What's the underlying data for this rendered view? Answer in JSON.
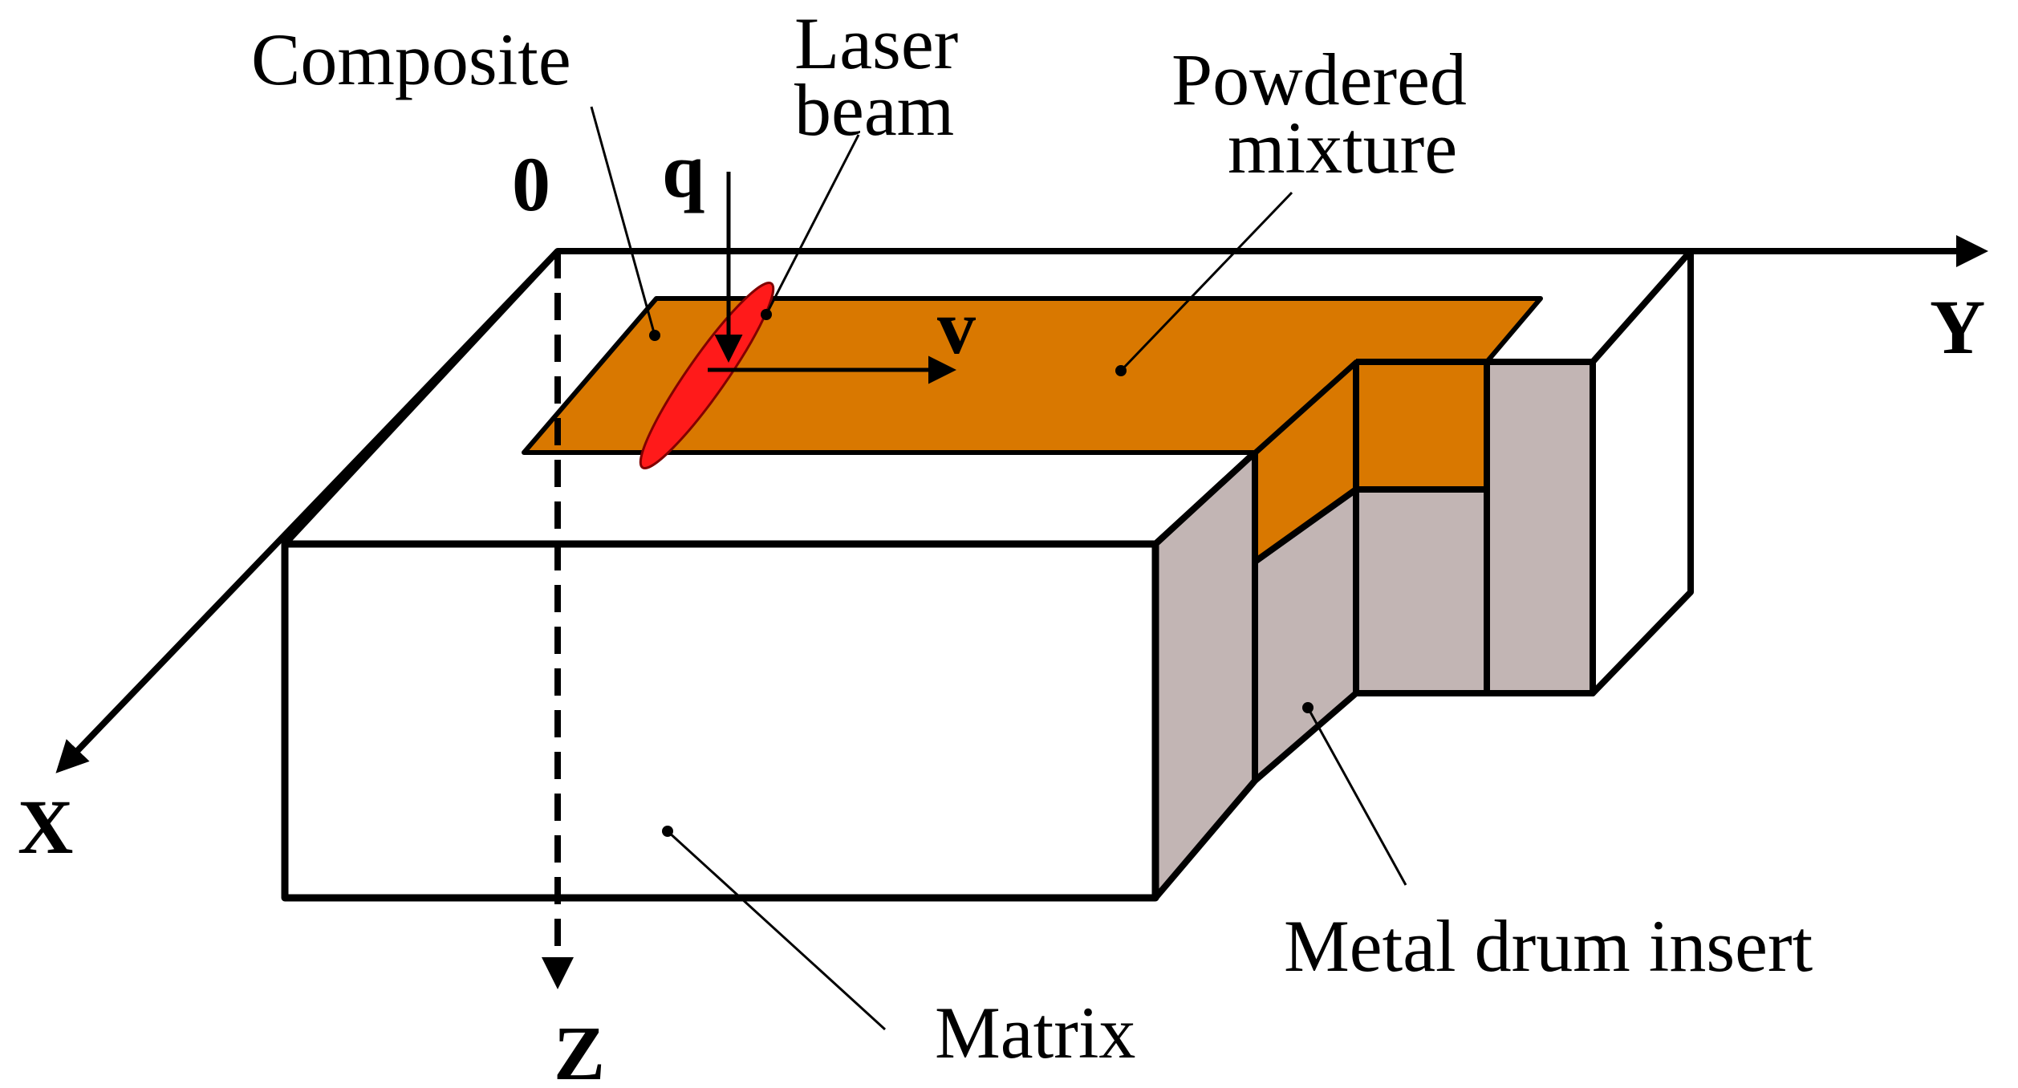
{
  "diagram": {
    "labels": {
      "composite": "Composite",
      "laser_line1": "Laser",
      "laser_line2": "beam",
      "powder_line1": "Powdered",
      "powder_line2": "mixture",
      "origin": "0",
      "heat_flux": "q",
      "velocity": "v",
      "axis_x": "X",
      "axis_y": "Y",
      "axis_z": "Z",
      "metal_insert": "Metal drum insert",
      "matrix": "Matrix"
    },
    "colors": {
      "outline": "#000000",
      "powder_layer": "#D97800",
      "laser_spot": "#FF1A1A",
      "insert": "#C2B5B4",
      "background": "#FFFFFF"
    }
  }
}
